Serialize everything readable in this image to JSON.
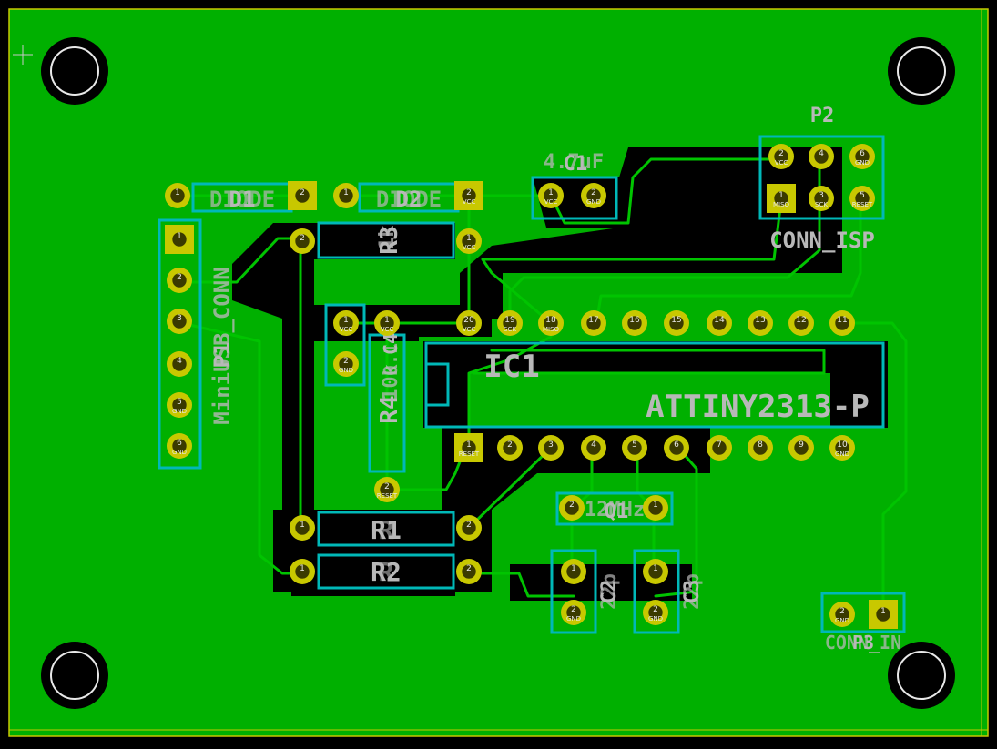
{
  "colors": {
    "background": "#000000",
    "copper_fill": "#00b000",
    "track": "#00c400",
    "pad": "#c8c800",
    "silkscreen": "#b8b8b8",
    "courtyard": "#00b8b8",
    "edge": "#c8c800"
  },
  "refs": {
    "d1": "D1",
    "d2": "D2",
    "c1": "C1",
    "c2": "C2",
    "c3": "C3",
    "c4": "C4",
    "r1": "R1",
    "r2": "R2",
    "r3": "R3",
    "r4": "R4",
    "ic1": "IC1",
    "p1": "P1",
    "p2": "P2",
    "p3": "P3",
    "q1": "Q1"
  },
  "values": {
    "d1": "DIODE",
    "d2": "DIODE",
    "c1": "4.7uF",
    "c2": "22p",
    "c3": "22p",
    "c4": "0.1",
    "r3": "1k",
    "r4": "10k",
    "r1": "R",
    "r2": "R",
    "ic1": "ATTINY2313-P",
    "p1": "MiniUSB_CONN",
    "p2": "CONN_ISP",
    "p3": "CONN_IN",
    "q1": "12MHz"
  },
  "pads": {
    "d1": [
      "",
      ""
    ],
    "d2": [
      "",
      "VCC"
    ],
    "c1": [
      "VCC",
      "GND"
    ],
    "r3": [
      "",
      "VCC"
    ],
    "c4": [
      "VCC",
      "GND"
    ],
    "r4": [
      "VCC",
      "RESET"
    ],
    "p1": [
      "",
      "",
      "",
      "",
      "GND",
      "GND"
    ],
    "p2": [
      "MISO",
      "VCC",
      "SCK",
      "",
      "RESET",
      "GND"
    ],
    "ic1_top": [
      "VCC",
      "SCK",
      "MISO",
      "",
      "",
      "",
      "",
      "",
      "",
      ""
    ],
    "ic1_bottom": [
      "RESET",
      "",
      "",
      "",
      "",
      "",
      "",
      "",
      "",
      "GND"
    ],
    "q1": [
      "",
      ""
    ],
    "c2": [
      "",
      "GND"
    ],
    "c3": [
      "",
      "GND"
    ],
    "p3": [
      "",
      "GND"
    ]
  }
}
